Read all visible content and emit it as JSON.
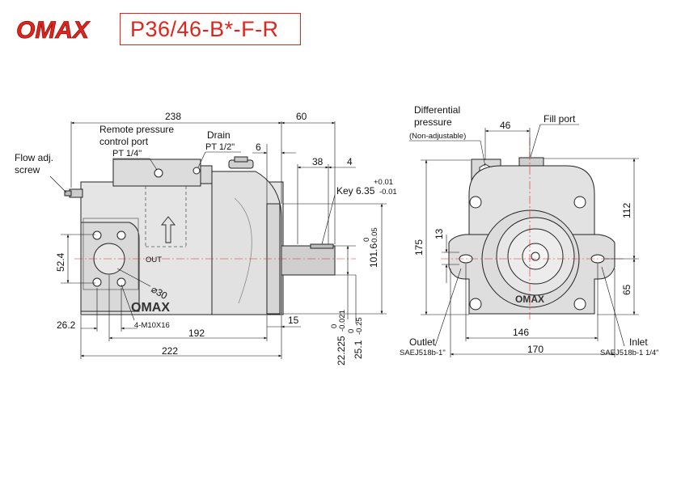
{
  "header": {
    "logo": "OMAX",
    "model": "P36/46-B*-F-R",
    "brand_color": "#e2241b"
  },
  "side_view": {
    "flow_adj_label_1": "Flow adj.",
    "flow_adj_label_2": "screw",
    "remote_label_1": "Remote pressure",
    "remote_label_2": "control port",
    "remote_port_size": "PT 1/4\"",
    "drain_label": "Drain",
    "drain_port_size": "PT 1/2\"",
    "out_label": "OUT",
    "body_logo": "OMAX",
    "dim_238": "238",
    "dim_60": "60",
    "dim_6": "6",
    "dim_38": "38",
    "dim_4": "4",
    "key_tol": "+0.01",
    "key_label": "Key 6.35",
    "key_tol_low": "-0.01",
    "dim_52_4": "52.4",
    "dim_d30": "⌀30",
    "bolt_label": "4-M10X16",
    "dim_26_2": "26.2",
    "dim_192": "192",
    "dim_15": "15",
    "dim_222": "222",
    "dim_101_6": "101.6",
    "dim_101_6_tol_up": "0",
    "dim_101_6_tol_low": "-0.05",
    "dim_22_225": "22.225",
    "dim_22_225_tol_up": "0",
    "dim_22_225_tol_low": "-0.021",
    "dim_25_1": "25.1",
    "dim_25_1_tol_up": "0",
    "dim_25_1_tol_low": "-0.25"
  },
  "front_view": {
    "diff_label_1": "Differential",
    "diff_label_2": "pressure",
    "diff_label_3": "(Non-adjustable)",
    "fill_port_label": "Fill port",
    "dim_46": "46",
    "dim_175": "175",
    "dim_13": "13",
    "dim_112": "112",
    "dim_65": "65",
    "dim_146": "146",
    "dim_170": "170",
    "outlet_label": "Outlet",
    "outlet_spec": "SAEJ518b-1\"",
    "inlet_label": "Inlet",
    "inlet_spec": "SAEJ518b-1 1/4\"",
    "body_logo": "OMAX"
  }
}
